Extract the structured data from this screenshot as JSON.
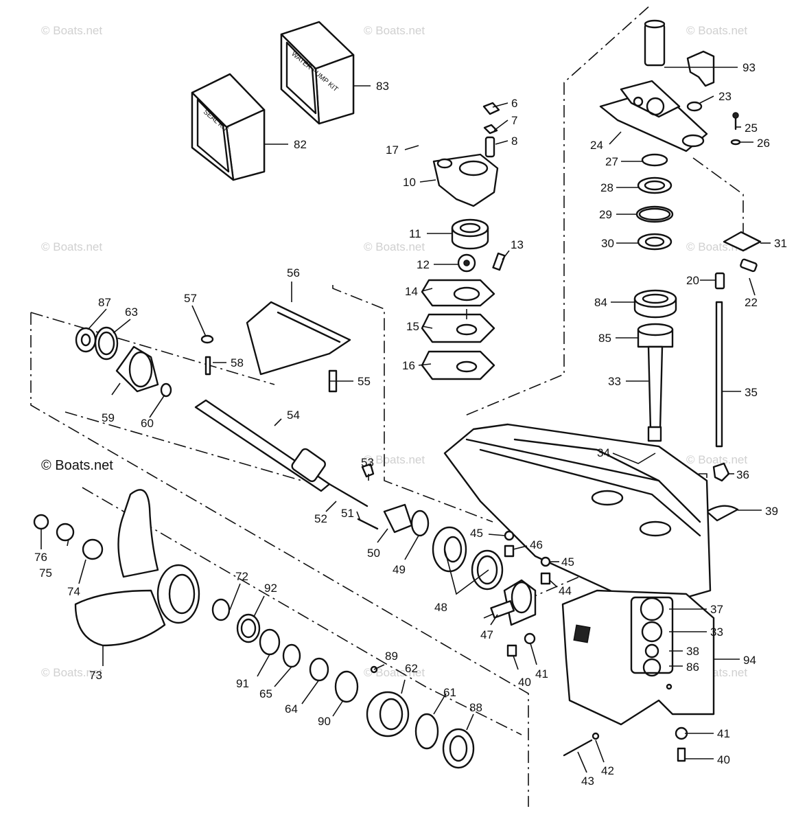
{
  "watermark": "© Boats.net",
  "kits": {
    "seal": "SEAL KIT",
    "water_pump": "WATER PUMP KIT"
  },
  "part_labels": {
    "p6": "6",
    "p7": "7",
    "p8": "8",
    "p10": "10",
    "p11": "11",
    "p12": "12",
    "p13": "13",
    "p14": "14",
    "p15": "15",
    "p16": "16",
    "p17": "17",
    "p20": "20",
    "p22": "22",
    "p23": "23",
    "p24": "24",
    "p25": "25",
    "p26": "26",
    "p27": "27",
    "p28": "28",
    "p29": "29",
    "p30": "30",
    "p31": "31",
    "p33a": "33",
    "p33b": "33",
    "p34": "34",
    "p35": "35",
    "p36": "36",
    "p37": "37",
    "p38": "38",
    "p39": "39",
    "p40a": "40",
    "p40b": "40",
    "p41a": "41",
    "p41b": "41",
    "p42": "42",
    "p43": "43",
    "p44": "44",
    "p45a": "45",
    "p45b": "45",
    "p46": "46",
    "p47": "47",
    "p48": "48",
    "p49": "49",
    "p50": "50",
    "p51": "51",
    "p52": "52",
    "p53": "53",
    "p54": "54",
    "p55": "55",
    "p56": "56",
    "p57": "57",
    "p58": "58",
    "p59": "59",
    "p60": "60",
    "p61": "61",
    "p62": "62",
    "p63": "63",
    "p64": "64",
    "p65": "65",
    "p72": "72",
    "p73": "73",
    "p74": "74",
    "p75": "75",
    "p76": "76",
    "p82": "82",
    "p83": "83",
    "p84": "84",
    "p85": "85",
    "p86": "86",
    "p87": "87",
    "p88": "88",
    "p89": "89",
    "p90": "90",
    "p91": "91",
    "p92": "92",
    "p93": "93",
    "p94": "94"
  }
}
